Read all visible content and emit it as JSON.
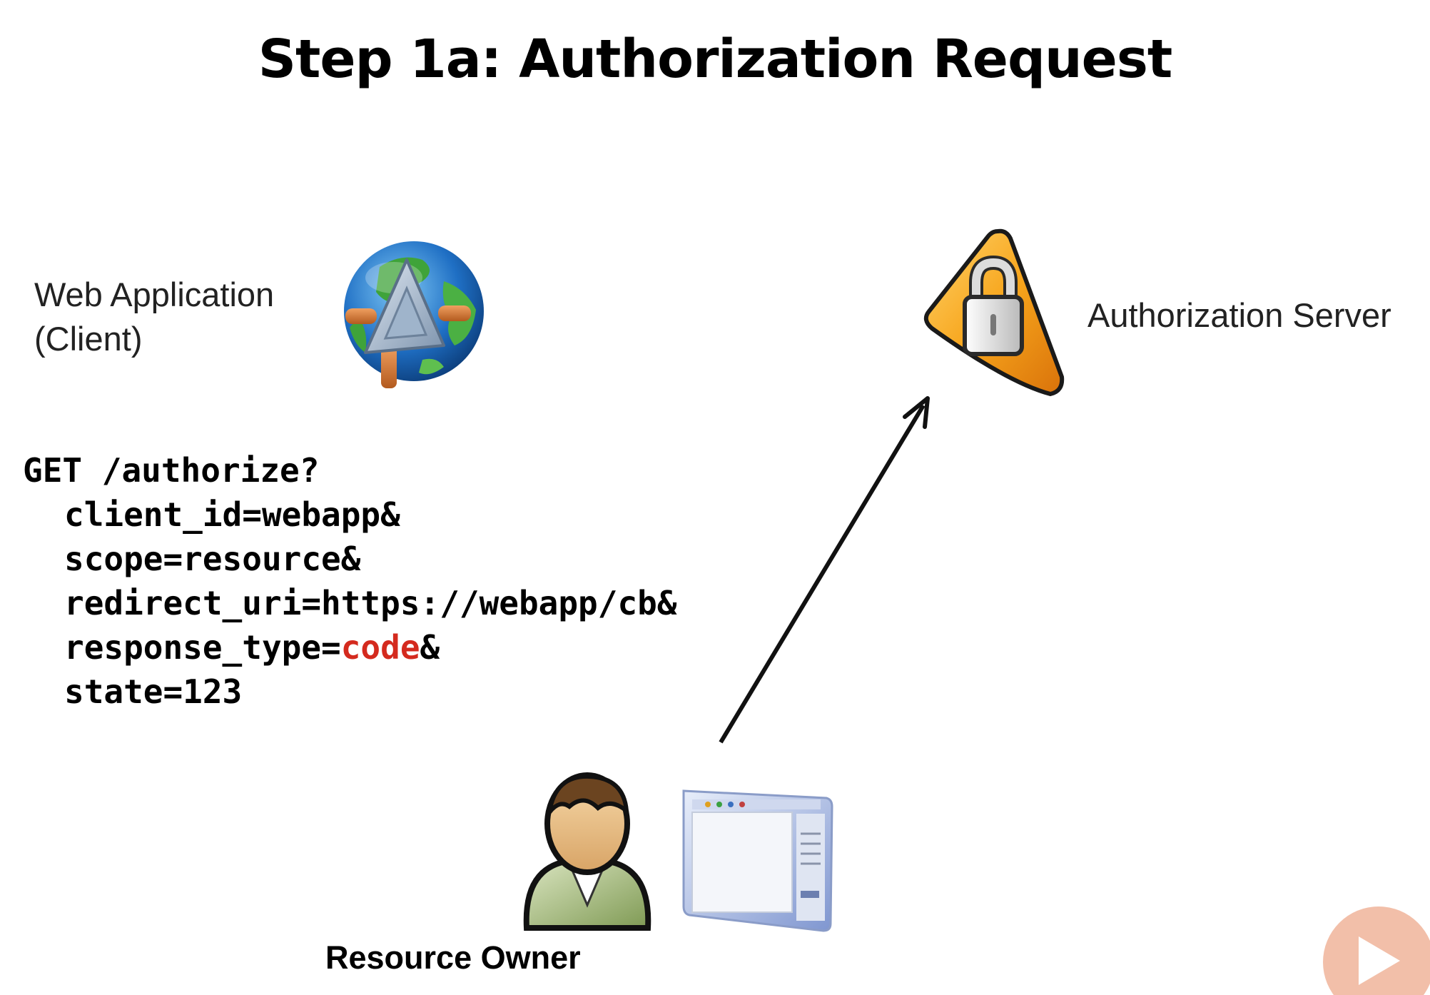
{
  "title": "Step 1a: Authorization Request",
  "client": {
    "label_line1": "Web Application",
    "label_line2": "(Client)",
    "icon": "globe-app-icon"
  },
  "server": {
    "label": "Authorization Server",
    "icon": "warning-lock-icon"
  },
  "owner": {
    "label": "Resource Owner",
    "icons": [
      "person-icon",
      "browser-window-icon"
    ]
  },
  "request": {
    "line1": "GET /authorize?",
    "client_id": "client_id=webapp&",
    "scope": "scope=resource&",
    "redirect_uri": "redirect_uri=https://webapp/cb&",
    "response_type_key": "response_type=",
    "response_type_value": "code",
    "response_type_amp": "&",
    "state": "state=123"
  },
  "colors": {
    "highlight": "#d42a1e",
    "arrow": "#111111"
  },
  "player": {
    "icon": "play-icon"
  }
}
